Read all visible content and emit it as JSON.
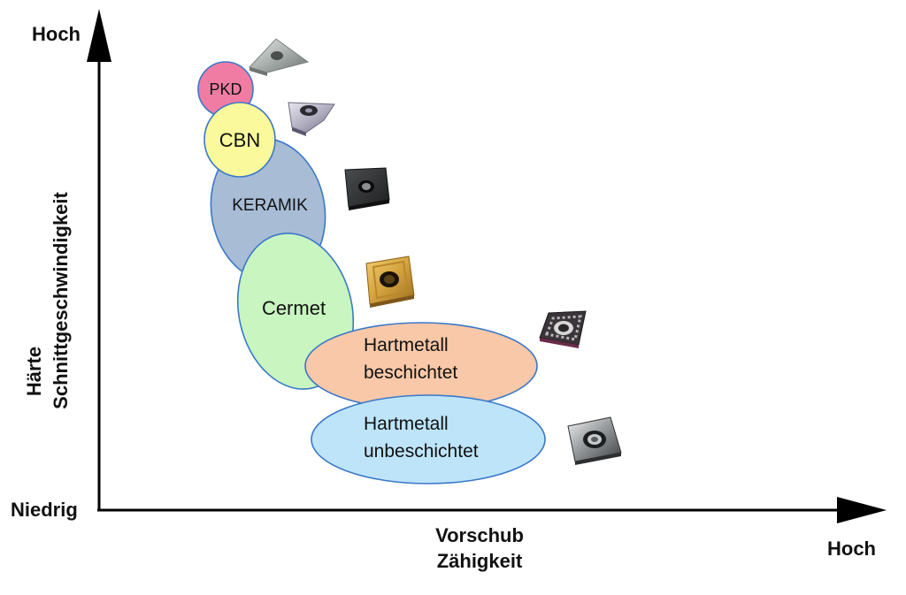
{
  "y_axis": {
    "top_label": "Hoch",
    "bottom_label": "Niedrig",
    "title_line1": "Härte",
    "title_line2": "Schnittgeschwindigkeit"
  },
  "x_axis": {
    "end_label": "Hoch",
    "title_line1": "Vorschub",
    "title_line2": "Zähigkeit"
  },
  "materials": {
    "pkd": {
      "label": "PKD",
      "color": "#f07ca4"
    },
    "cbn": {
      "label": "CBN",
      "color": "#fafa9c"
    },
    "keramik": {
      "label": "KERAMIK",
      "color": "#a8bcd6"
    },
    "cermet": {
      "label": "Cermet",
      "color": "#c8f5c0"
    },
    "hm_beschichtet": {
      "line1": "Hartmetall",
      "line2": "beschichtet",
      "color": "#f8c8a8"
    },
    "hm_unbeschichtet": {
      "line1": "Hartmetall",
      "line2": "unbeschichtet",
      "color": "#bde4f8"
    }
  },
  "icons": [
    "insert-triangle-pkd-icon",
    "insert-trigon-cbn-icon",
    "insert-square-ceramic-icon",
    "insert-square-cermet-icon",
    "insert-rhombic-coated-icon",
    "insert-rhombic-uncoated-icon"
  ]
}
